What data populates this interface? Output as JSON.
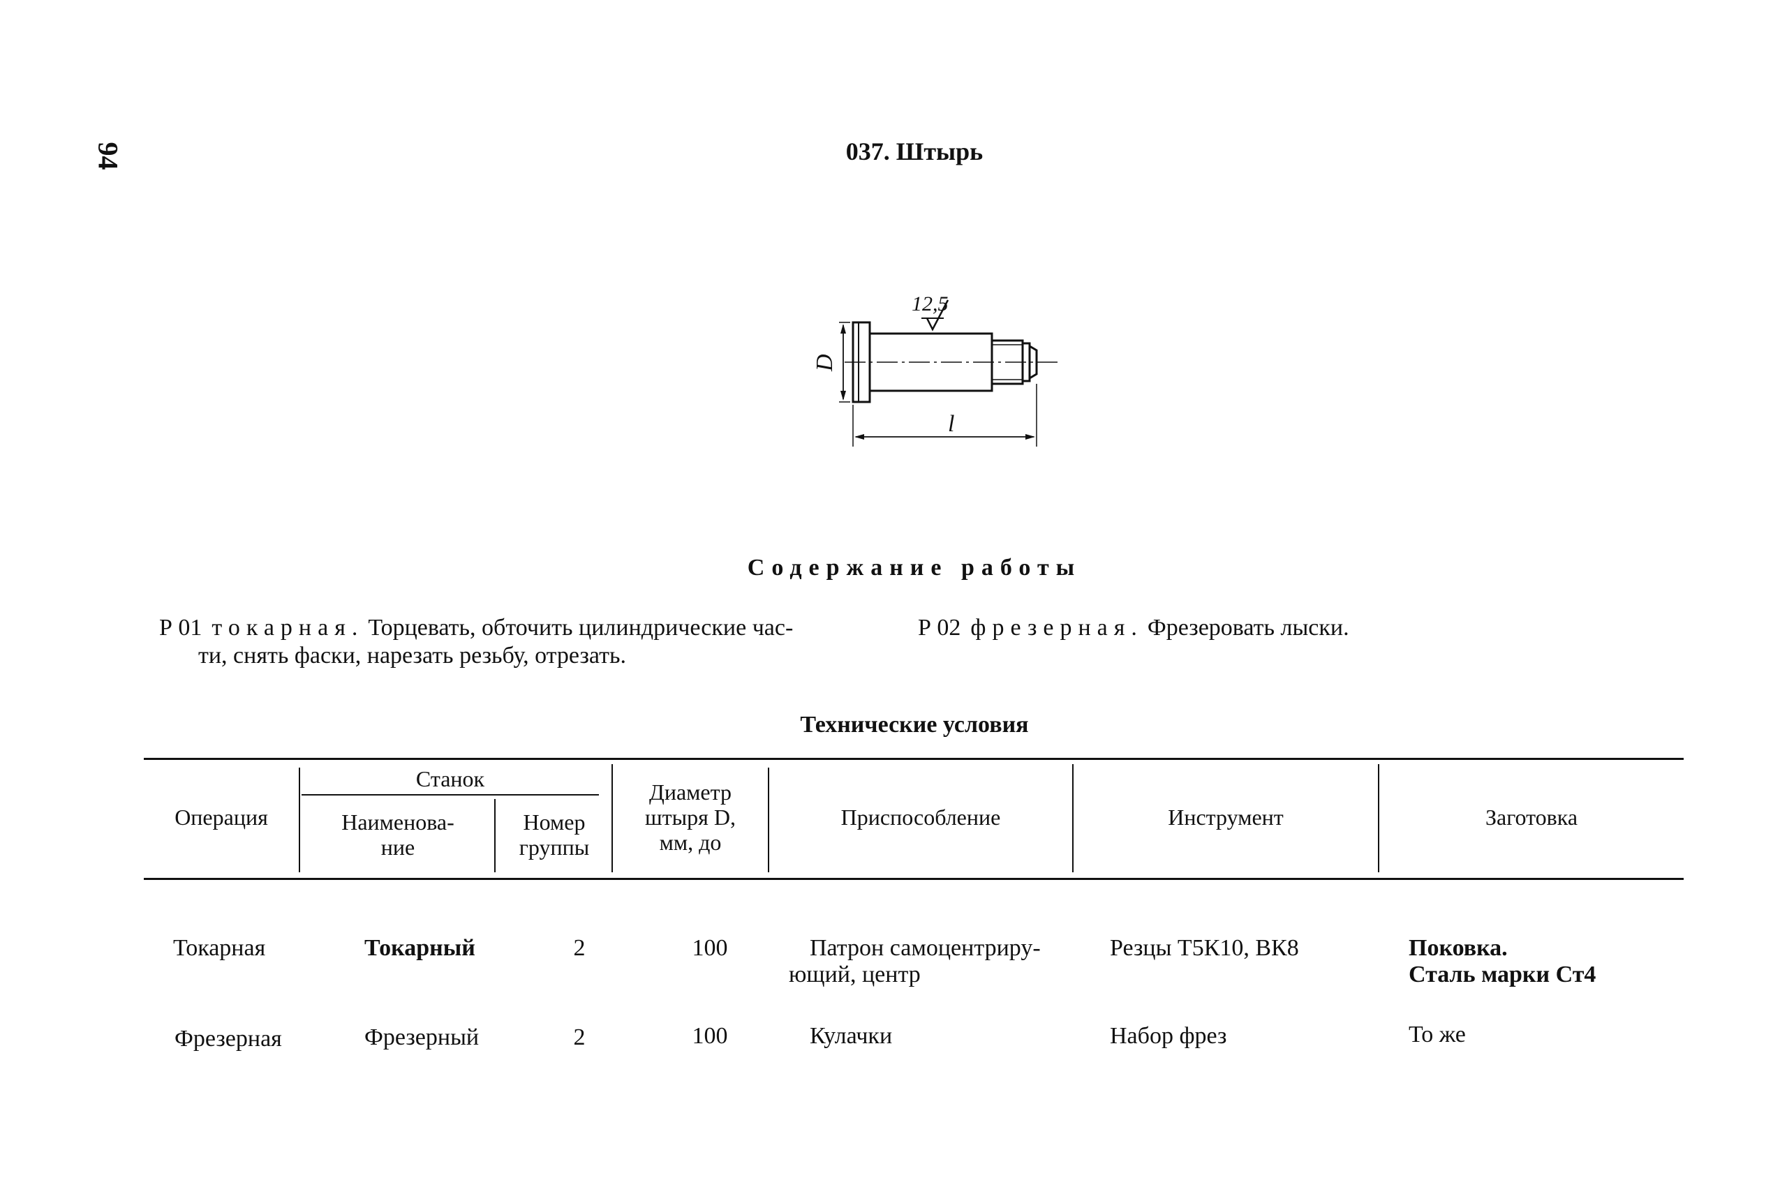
{
  "page_number": "94",
  "title": "037. Штырь",
  "drawing": {
    "roughness_mark": "12,5",
    "dim_diameter": "D",
    "dim_length": "l"
  },
  "work_content": {
    "heading": "Содержание работы",
    "operations": [
      {
        "code": "Р 01",
        "name": "токарная.",
        "text_line1": "Торцевать, обточить цилиндрические час-",
        "text_line2": "ти, снять фаски, нарезать резьбу, отрезать."
      },
      {
        "code": "Р 02",
        "name": "фрезерная.",
        "text_line1": "Фрезеровать лыски."
      }
    ]
  },
  "tech_conditions": {
    "heading": "Технические условия",
    "headers": {
      "operation": "Операция",
      "machine": "Станок",
      "machine_name_1": "Наименова-",
      "machine_name_2": "ние",
      "machine_group_1": "Номер",
      "machine_group_2": "группы",
      "diameter_1": "Диаметр",
      "diameter_2": "штыря D,",
      "diameter_3": "мм, до",
      "fixture": "Приспособление",
      "tool": "Инструмент",
      "blank": "Заготовка"
    },
    "rows": [
      {
        "operation": "Токарная",
        "machine_name": "Токарный",
        "group": "2",
        "diameter": "100",
        "fixture_1": "Патрон самоцентриру-",
        "fixture_2": "ющий, центр",
        "tool": "Резцы Т5К10, ВК8",
        "blank_1": "Поковка.",
        "blank_2": "Сталь марки Ст4"
      },
      {
        "operation": "Фрезерная",
        "machine_name": "Фрезерный",
        "group": "2",
        "diameter": "100",
        "fixture_1": "Кулачки",
        "tool": "Набор фрез",
        "blank_1": "То же"
      }
    ]
  }
}
